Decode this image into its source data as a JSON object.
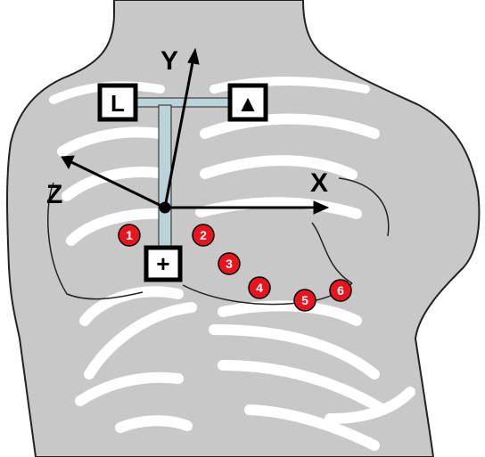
{
  "axes": {
    "y_label": "Y",
    "x_label": "X",
    "z_label": "Z"
  },
  "leads": {
    "left_arm": "L",
    "right_arm": "▲",
    "foot": "+"
  },
  "electrodes": [
    "1",
    "2",
    "3",
    "4",
    "5",
    "6"
  ],
  "colors": {
    "body": "#c8c8c8",
    "rib": "#ffffff",
    "electrode": "#e8141e",
    "lead_bar": "#b9d3d8"
  }
}
